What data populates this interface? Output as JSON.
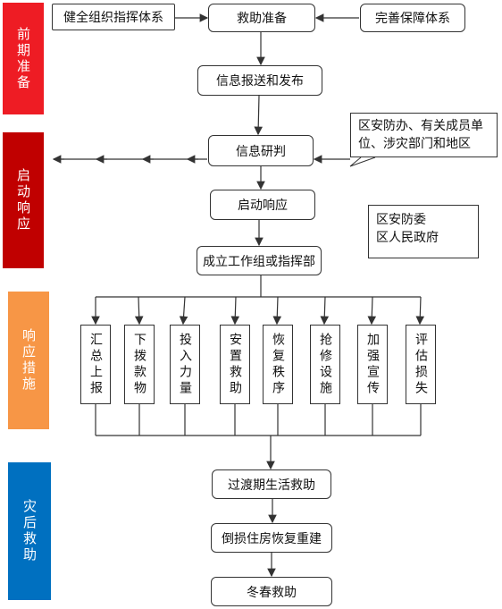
{
  "stages": [
    {
      "label": "前期准备",
      "color": "#ee1c24"
    },
    {
      "label": "启动响应",
      "color": "#c00000"
    },
    {
      "label": "响应措施",
      "color": "#f79646"
    },
    {
      "label": "灾后救助",
      "color": "#0070c0"
    }
  ],
  "nodes": {
    "org_system": "健全组织指挥体系",
    "rescue_prep": "救助准备",
    "guarantee_system": "完善保障体系",
    "info_report": "信息报送和发布",
    "info_analysis": "信息研判",
    "start_response": "启动响应",
    "command_center": "成立工作组或指挥部",
    "transition_relief": "过渡期生活救助",
    "housing_rebuild": "倒损住房恢复重建",
    "winter_relief": "冬春救助"
  },
  "notes": {
    "departments": "区安防办、有关成员单位、涉灾部门和地区",
    "committee_line1": "区安防委",
    "committee_line2": "区人民政府"
  },
  "measures": [
    "汇总上报",
    "下拨款物",
    "投入力量",
    "安置救助",
    "恢复秩序",
    "抢修设施",
    "加强宣传",
    "评估损失"
  ]
}
